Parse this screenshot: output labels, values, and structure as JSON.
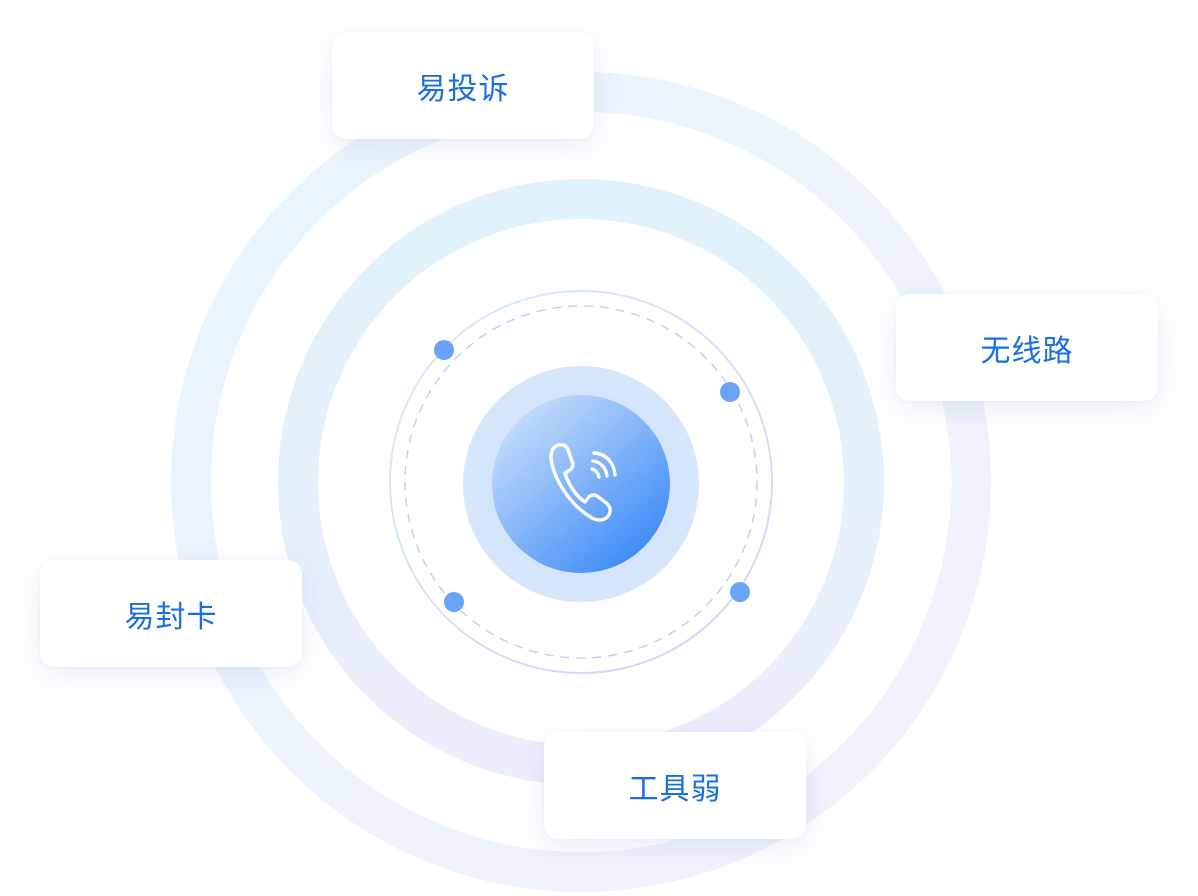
{
  "center": {
    "icon": "phone-signal-icon"
  },
  "labels": {
    "complaint": "易投诉",
    "no_route": "无线路",
    "card_block": "易封卡",
    "tool_weak": "工具弱"
  },
  "colors": {
    "label_text": "#1a6fe0",
    "accent_blue": "#4a8ff7",
    "ring_light": "#e6f3fc",
    "dot": "#6ba3f7"
  }
}
